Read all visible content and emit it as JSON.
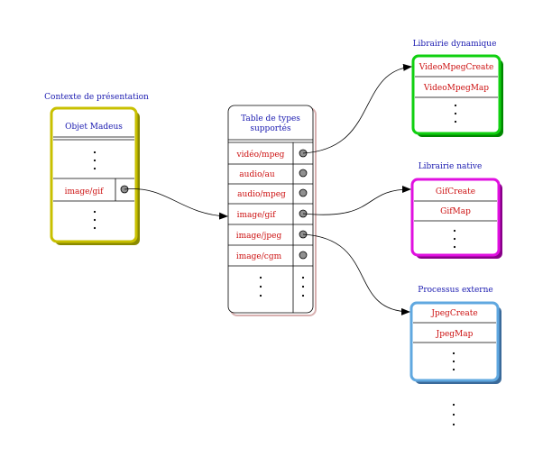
{
  "colors": {
    "title_text": "#1a1ab0",
    "entry_text": "#cc1010",
    "context_border": "#c8c000",
    "table_border": "#d8b0b0",
    "dynamic_border": "#10d010",
    "native_border": "#e010e0",
    "external_border": "#60a8e0"
  },
  "context": {
    "title": "Contexte de présentation",
    "header": "Objet Madeus",
    "entry": "image/gif",
    "dots": "·"
  },
  "table": {
    "header_line1": "Table de types",
    "header_line2": "supportés",
    "rows": [
      "vidéo/mpeg",
      "audio/au",
      "audio/mpeg",
      "image/gif",
      "image/jpeg",
      "image/cgm"
    ]
  },
  "dynamic": {
    "title": "Librairie dynamique",
    "entries": [
      "VideoMpegCreate",
      "VideoMpegMap"
    ]
  },
  "native": {
    "title": "Librairie native",
    "entries": [
      "GifCreate",
      "GifMap"
    ]
  },
  "external": {
    "title": "Processus externe",
    "entries": [
      "JpegCreate",
      "JpegMap"
    ]
  }
}
